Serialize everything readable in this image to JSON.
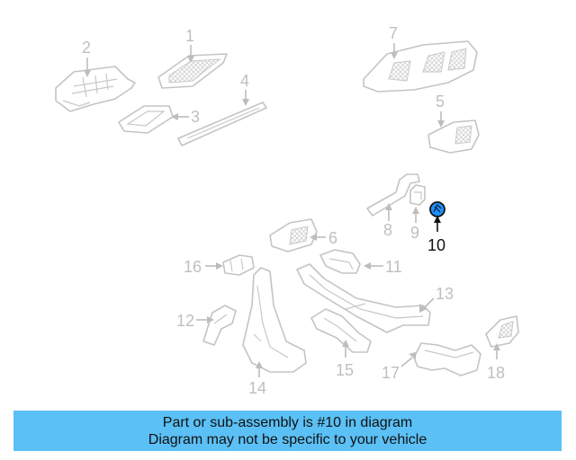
{
  "diagram": {
    "labels": {
      "p1": "1",
      "p2": "2",
      "p3": "3",
      "p4": "4",
      "p5": "5",
      "p6": "6",
      "p7": "7",
      "p8": "8",
      "p9": "9",
      "p10": "10",
      "p11": "11",
      "p12": "12",
      "p13": "13",
      "p14": "14",
      "p15": "15",
      "p16": "16",
      "p17": "17",
      "p18": "18"
    },
    "highlighted_part": "10",
    "highlight_color": "#1e90ff"
  },
  "banner": {
    "line1": "Part or sub-assembly is #10 in diagram",
    "line2": "Diagram may not be specific to your vehicle",
    "background": "#5bc0f5"
  }
}
